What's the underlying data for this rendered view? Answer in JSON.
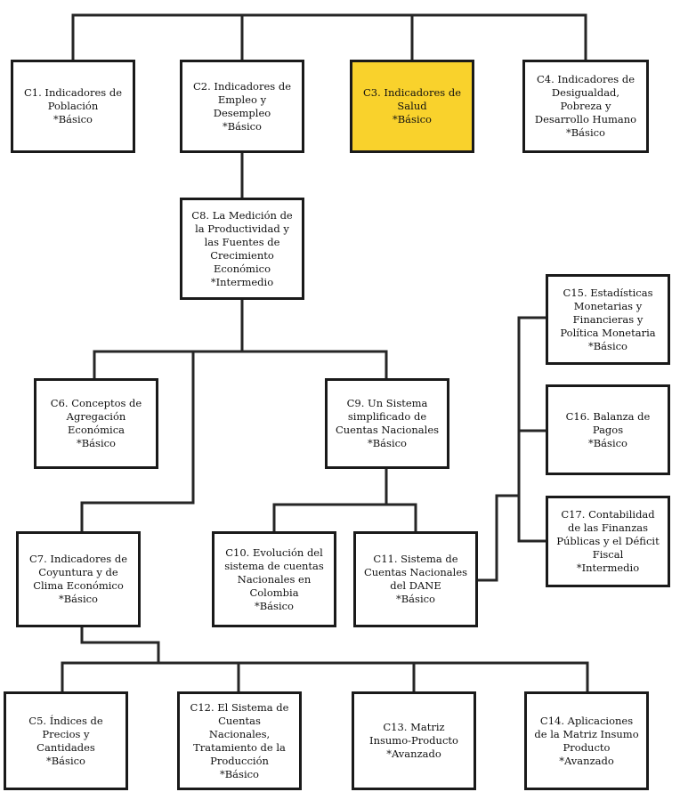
{
  "colors": {
    "highlight": "#f9d22c",
    "border": "#1a1a1a",
    "line": "#262626"
  },
  "nodes": {
    "c1": {
      "title": "C1. Indicadores de Población",
      "level": "*Básico"
    },
    "c2": {
      "title": "C2. Indicadores de Empleo y Desempleo",
      "level": "*Básico"
    },
    "c3": {
      "title": "C3. Indicadores de Salud",
      "level": "*Básico"
    },
    "c4": {
      "title": "C4. Indicadores de Desigualdad, Pobreza y Desarrollo Humano",
      "level": "*Básico"
    },
    "c8": {
      "title": "C8. La Medición de la Productividad y las Fuentes de Crecimiento Económico",
      "level": "*Intermedio"
    },
    "c6": {
      "title": "C6. Conceptos de Agregación Económica",
      "level": "*Básico"
    },
    "c9": {
      "title": "C9. Un Sistema simplificado de Cuentas Nacionales",
      "level": "*Básico"
    },
    "c15": {
      "title": "C15. Estadísticas Monetarias y Financieras y Política Monetaria",
      "level": "*Básico"
    },
    "c16": {
      "title": "C16. Balanza de Pagos",
      "level": "*Básico"
    },
    "c17": {
      "title": "C17. Contabilidad de las Finanzas Públicas y el Déficit Fiscal",
      "level": "*Intermedio"
    },
    "c7": {
      "title": "C7. Indicadores de Coyuntura y de Clima Económico",
      "level": "*Básico"
    },
    "c10": {
      "title": "C10. Evolución del sistema de cuentas Nacionales en Colombia",
      "level": "*Básico"
    },
    "c11": {
      "title": "C11. Sistema de Cuentas Nacionales del DANE",
      "level": "*Básico"
    },
    "c5": {
      "title": "C5. Índices de Precios y Cantidades",
      "level": "*Básico"
    },
    "c12": {
      "title": "C12. El Sistema de Cuentas Nacionales, Tratamiento de la Producción",
      "level": "*Básico"
    },
    "c13": {
      "title": "C13. Matriz Insumo-Producto",
      "level": "*Avanzado"
    },
    "c14": {
      "title": "C14. Aplicaciones de la Matriz Insumo Producto",
      "level": "*Avanzado"
    }
  }
}
